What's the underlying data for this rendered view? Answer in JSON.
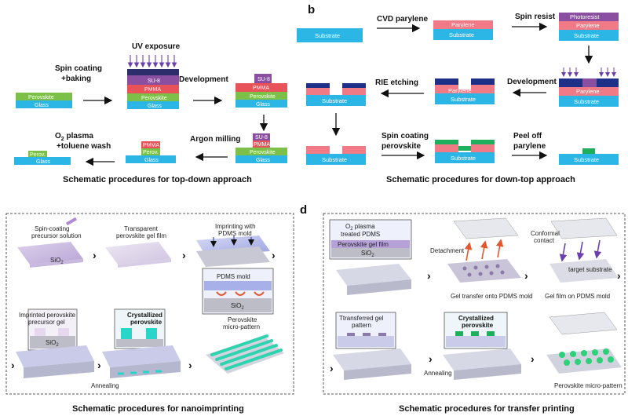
{
  "panel_letters": {
    "b": "b",
    "d": "d"
  },
  "panel_a": {
    "steps": {
      "spin_coating_1": "Spin coating",
      "spin_coating_2": "+baking",
      "uv": "UV exposure",
      "development": "Development",
      "argon": "Argon milling",
      "o2_plasma_1": "O",
      "o2_plasma_sub": "2",
      "o2_plasma_rest": " plasma",
      "toluene": "+toluene wash"
    },
    "layers": {
      "perovskite": "Perovskite",
      "glass": "Glass",
      "su8": "SU-8",
      "pmma": "PMMA",
      "perov_short": "Perov."
    },
    "caption": "Schematic procedures for top-down approach"
  },
  "panel_b": {
    "steps": {
      "cvd": "CVD parylene",
      "spin_resist": "Spin resist",
      "development": "Development",
      "rie": "RIE etching",
      "spin_perov_1": "Spin coating",
      "spin_perov_2": "perovskite",
      "peel_1": "Peel off",
      "peel_2": "parylene"
    },
    "layers": {
      "substrate": "Substrate",
      "parylene": "Parylene",
      "photoresist": "Photoresist"
    },
    "caption": "Schematic procedures for down-top approach"
  },
  "panel_c": {
    "labels": {
      "spin1": "Spin-coating",
      "spin2": "precursor solution",
      "sio2": "SiO",
      "sio2_sub": "2",
      "gel1": "Transparent",
      "gel2": "perovskite gel film",
      "imprint1": "Imprinting with",
      "imprint2": "PDMS mold",
      "pdms_mold": "PDMS mold",
      "imprinted1": "Imprinted perovskite",
      "imprinted2": "precursor gel",
      "cryst1": "Crystallized",
      "cryst2": "perovskite",
      "annealing": "Annealing",
      "micro1": "Perovskite",
      "micro2": "micro-pattern"
    },
    "caption": "Schematic procedures for nanoimprinting"
  },
  "panel_d": {
    "labels": {
      "o2a": "O",
      "o2sub": "2",
      "o2b": " plasma",
      "treated": "treated PDMS",
      "gelfilm": "Perovskite gel film",
      "sio2": "SiO",
      "sio2_sub": "2",
      "detach": "Detachment",
      "conformal1": "Conformal",
      "conformal2": "contact",
      "target": "target substrate",
      "gel_transfer": "Gel transfer onto PDMS mold",
      "gel_on": "Gel film on PDMS mold",
      "transferred1": "Ttransferred gel",
      "transferred2": "pattern",
      "cryst1": "Crystallized",
      "cryst2": "perovskite",
      "annealing": "Annealing",
      "micro": "Perovskite micro-pattern"
    },
    "caption": "Schematic procedures for transfer printing"
  },
  "colors": {
    "glass": "#2bb6e6",
    "perovskite": "#7cc04a",
    "pmma": "#e8535a",
    "su8": "#8a4fa0",
    "parylene": "#f07a86",
    "photoresist": "#8a4fa0",
    "dark_blue": "#1d2f86",
    "green": "#1fae5b",
    "cyan_cryst": "#27c2d8",
    "arrow_uv": "#6b3fb0"
  }
}
